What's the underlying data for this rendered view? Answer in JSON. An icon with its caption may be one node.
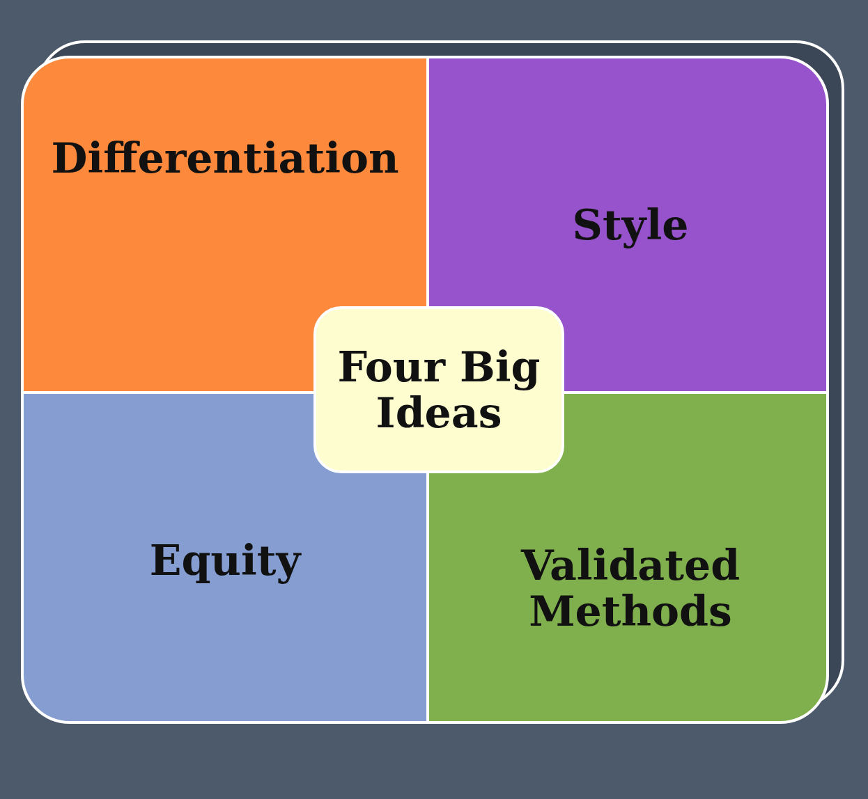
{
  "diagram": {
    "nodes": [
      {
        "text": [
          "Differentiation"
        ]
      },
      {
        "text": [
          "Style"
        ]
      },
      {
        "text": [
          "Four Big Ideas"
        ]
      },
      {
        "text": [
          "Equity"
        ]
      },
      {
        "text": [
          "Validated Methods"
        ]
      }
    ]
  }
}
